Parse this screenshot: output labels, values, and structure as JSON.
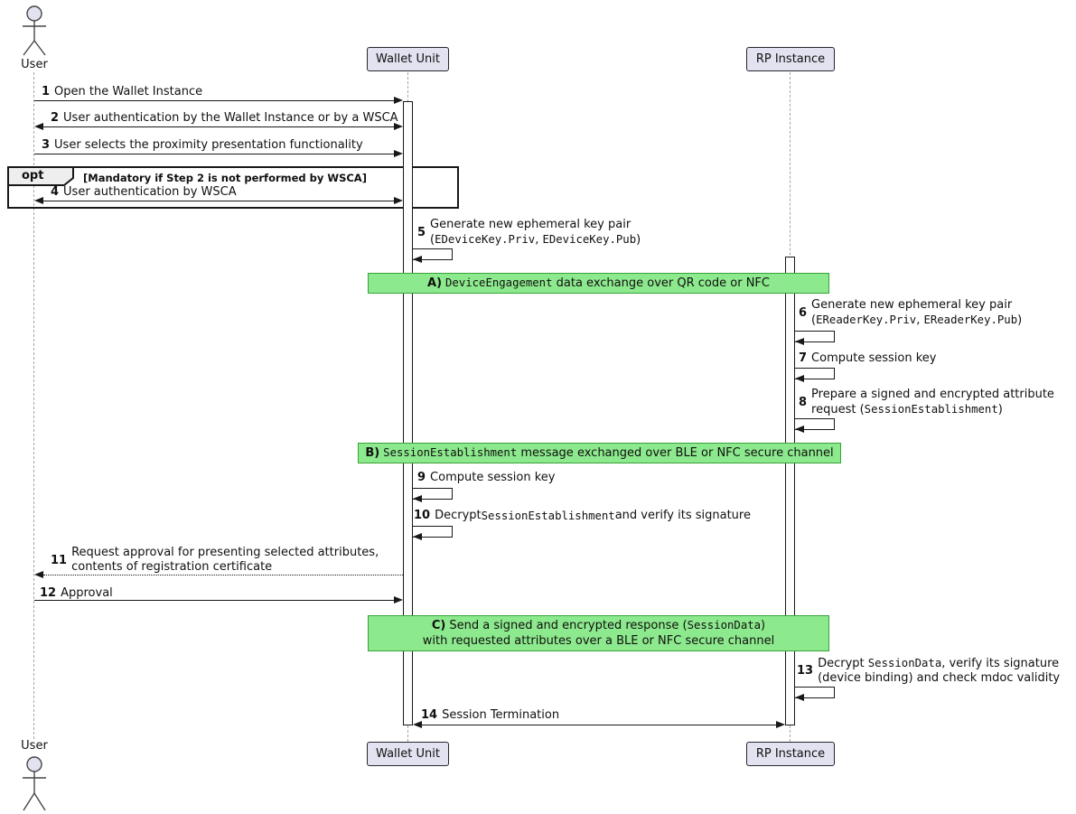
{
  "participants": {
    "user": "User",
    "wallet": "Wallet Unit",
    "rp": "RP Instance"
  },
  "fragment": {
    "keyword": "opt",
    "guard": "[Mandatory if Step 2 is not performed by WSCA]"
  },
  "dividers": {
    "a": {
      "prefix": "A)",
      "mono": "DeviceEngagement",
      "rest": " data exchange over QR code or NFC"
    },
    "b": {
      "prefix": "B)",
      "mono": "SessionEstablishment",
      "rest": " message exchanged over BLE or NFC secure channel"
    },
    "c": {
      "prefix": "C)",
      "text1": "Send a signed and encrypted response (",
      "mono": "SessionData",
      "text2": ")",
      "line2": "with requested attributes over a BLE or NFC secure channel"
    }
  },
  "messages": {
    "m1": {
      "num": "1",
      "text": "Open the Wallet Instance"
    },
    "m2": {
      "num": "2",
      "text": "User authentication by the Wallet Instance or by a WSCA"
    },
    "m3": {
      "num": "3",
      "text": "User selects the proximity presentation functionality"
    },
    "m4": {
      "num": "4",
      "text": "User authentication by WSCA"
    },
    "m5": {
      "num": "5",
      "l1": "Generate new ephemeral key pair",
      "l2a": "(",
      "l2m1": "EDeviceKey.Priv",
      "l2b": ", ",
      "l2m2": "EDeviceKey.Pub",
      "l2c": ")"
    },
    "m6": {
      "num": "6",
      "l1": "Generate new ephemeral key pair",
      "l2a": "(",
      "l2m1": "EReaderKey.Priv",
      "l2b": ", ",
      "l2m2": "EReaderKey.Pub",
      "l2c": ")"
    },
    "m7": {
      "num": "7",
      "text": "Compute session key"
    },
    "m8": {
      "num": "8",
      "l1": "Prepare a signed and encrypted attribute",
      "l2a": "request (",
      "l2m1": "SessionEstablishment",
      "l2c": ")"
    },
    "m9": {
      "num": "9",
      "text": "Compute session key"
    },
    "m10": {
      "num": "10",
      "a": "Decrypt ",
      "mono": "SessionEstablishment",
      "b": " and verify its signature"
    },
    "m11": {
      "num": "11",
      "l1": "Request approval for presenting selected attributes,",
      "l2": "contents of registration certificate"
    },
    "m12": {
      "num": "12",
      "text": "Approval"
    },
    "m13": {
      "num": "13",
      "l1a": "Decrypt ",
      "l1m": "SessionData",
      "l1b": ", verify its signature",
      "l2": "(device binding) and check mdoc validity"
    },
    "m14": {
      "num": "14",
      "text": "Session Termination"
    }
  },
  "colors": {
    "background": "#FFFFFF",
    "participant_fill": "#E2E2F0",
    "participant_border": "#24282E",
    "divider_fill": "#8DE98D",
    "divider_border": "#37A337",
    "lifeline": "#A5A5A5",
    "arrow": "#181818",
    "fragment_border": "#181818",
    "fragment_header_fill": "#EEEEEE"
  }
}
